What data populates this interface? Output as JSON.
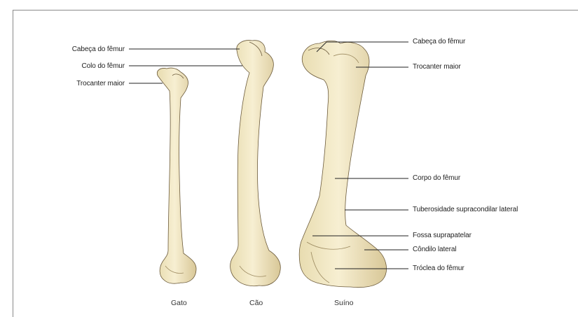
{
  "left_labels": [
    {
      "id": "cabeca",
      "text": "Cabeça do fêmur"
    },
    {
      "id": "colo",
      "text": "Colo do fêmur"
    },
    {
      "id": "trocanter",
      "text": "Trocanter maior"
    }
  ],
  "right_labels": [
    {
      "id": "cabeca",
      "text": "Cabeça do fêmur"
    },
    {
      "id": "trocanter",
      "text": "Trocanter maior"
    },
    {
      "id": "corpo",
      "text": "Corpo do fêmur"
    },
    {
      "id": "tuberosidade",
      "text": "Tuberosidade supracondilar lateral"
    },
    {
      "id": "fossa",
      "text": "Fossa suprapatelar"
    },
    {
      "id": "condilo",
      "text": "Côndilo lateral"
    },
    {
      "id": "troclea",
      "text": "Tróclea do fêmur"
    }
  ],
  "captions": [
    "Gato",
    "Cão",
    "Suíno"
  ],
  "colors": {
    "bone": "#f3e9c6",
    "bone_shade": "#d9c99a",
    "outline": "#6b5a3a",
    "leader": "#222222"
  }
}
